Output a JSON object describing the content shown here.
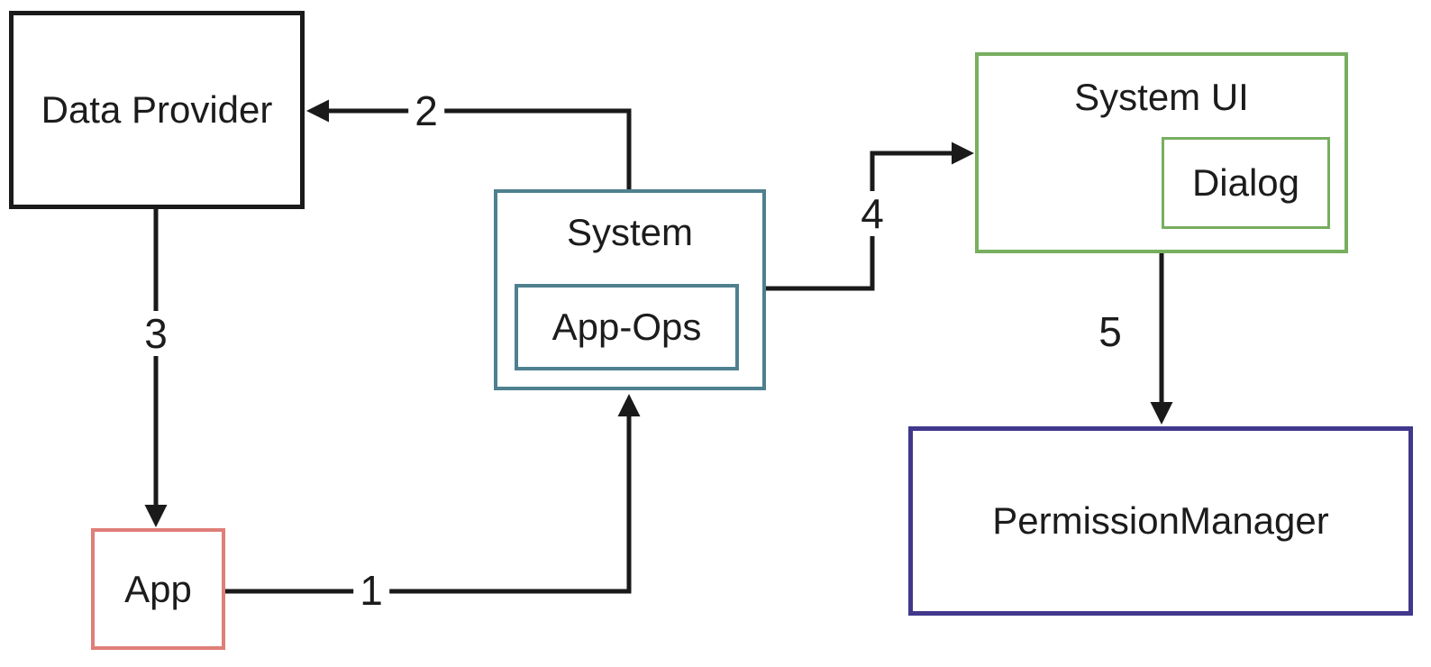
{
  "canvas": {
    "background": "#ffffff",
    "arrow_color": "#1a1a1a",
    "text_color": "#1c1c1c"
  },
  "boxes": {
    "data_provider": {
      "label": "Data Provider",
      "border_color": "#1a1a1a"
    },
    "system": {
      "label": "System",
      "border_color": "#4E808F"
    },
    "app_ops": {
      "label": "App-Ops",
      "border_color": "#4E808F"
    },
    "system_ui": {
      "label": "System UI",
      "border_color": "#77AE60"
    },
    "dialog": {
      "label": "Dialog",
      "border_color": "#77AE60"
    },
    "permission_manager": {
      "label": "PermissionManager",
      "border_color": "#41388C"
    },
    "app": {
      "label": "App",
      "border_color": "#E07E78"
    }
  },
  "arrows": [
    {
      "label": "1",
      "from": "App",
      "to": "System"
    },
    {
      "label": "2",
      "from": "System",
      "to": "Data Provider"
    },
    {
      "label": "3",
      "from": "Data Provider",
      "to": "App"
    },
    {
      "label": "4",
      "from": "System",
      "to": "System UI"
    },
    {
      "label": "5",
      "from": "System UI",
      "to": "PermissionManager"
    }
  ]
}
